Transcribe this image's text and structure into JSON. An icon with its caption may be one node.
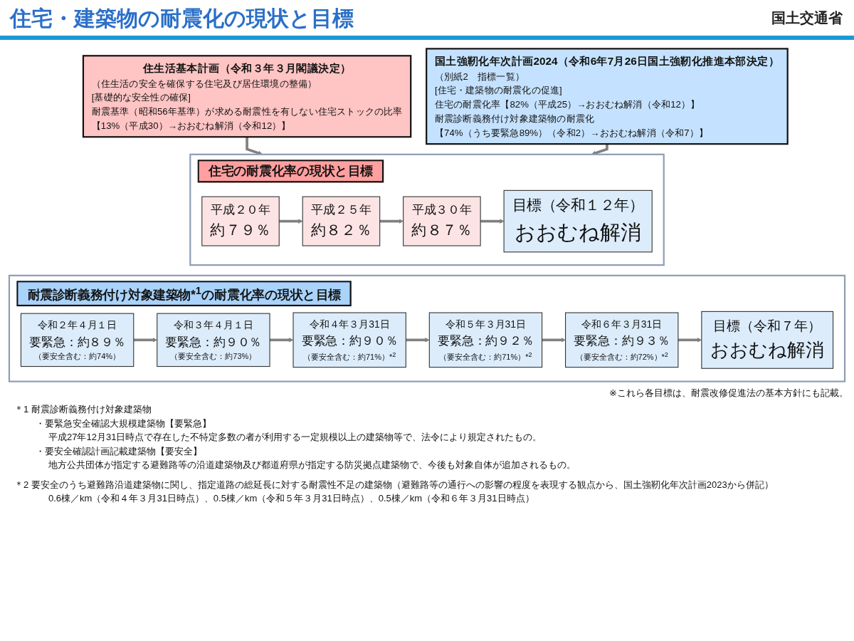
{
  "diagram": {
    "title": "住宅・建築物の耐震化の現状と目標",
    "nodes": [
      {
        "text": [
          "住生活基本計画（令和３年３月閣議決定）",
          "（住生活の安全を確保する住宅及び居住環境の整備）",
          "[基礎的な安全性の確保]",
          "耐震基準（昭和56年基準）が求める耐震性を有しない住宅ストックの比率",
          "【13%（平成30）→おおむね解消（令和12）】"
        ]
      },
      {
        "text": [
          "国土強靭化年次計画2024（令和6年7月26日国土強靭化推進本部決定）",
          "（別紙2　指標一覧）",
          "[住宅・建築物の耐震化の促進]",
          "住宅の耐震化率【82%（平成25）→おおむね解消（令和12）】",
          "耐震診断義務付け対象建築物の耐震化",
          "【74%（うち要緊急89%）（令和2）→おおむね解消（令和7）】"
        ]
      },
      {
        "text": [
          "住宅の耐震化率の現状と目標"
        ]
      },
      {
        "text": [
          "平成２０年",
          "約７９％"
        ],
        "in": 2
      },
      {
        "text": [
          "平成２５年",
          "約８２％"
        ],
        "in": 2
      },
      {
        "text": [
          "平成３０年",
          "約８７％"
        ],
        "in": 2
      },
      {
        "text": [
          "目標（令和１２年）",
          "おおむね解消"
        ],
        "in": 2
      },
      {
        "text": [
          "耐震診断義務付け対象建築物*$^{1}$の耐震化率の現状と目標"
        ]
      },
      {
        "text": [
          "令和２年４月１日",
          "要緊急：約８９％",
          "（要安全含む：約74%）"
        ],
        "in": 7
      },
      {
        "text": [
          "令和３年４月１日",
          "要緊急：約９０％",
          "（要安全含む：約73%）"
        ],
        "in": 7
      },
      {
        "text": [
          "令和４年３月31日",
          "要緊急：約９０％",
          "（要安全含む：約71%）*$^{2}$"
        ],
        "in": 7
      },
      {
        "text": [
          "令和５年３月31日",
          "要緊急：約９２％",
          "（要安全含む：約71%）*$^{2}$"
        ],
        "in": 7
      },
      {
        "text": [
          "令和６年３月31日",
          "要緊急：約９３％",
          "（要安全含む：約72%）*$^{2}$"
        ],
        "in": 7
      },
      {
        "text": [
          "目標（令和７年）",
          "おおむね解消"
        ],
        "in": 7
      }
    ],
    "edges": [
      {
        "from": 0,
        "to": 2,
        "arrow": "to"
      },
      {
        "from": 1,
        "to": 2,
        "arrow": "to"
      },
      {
        "from": 3,
        "to": 4,
        "arrow": "to"
      },
      {
        "from": 4,
        "to": 5,
        "arrow": "to"
      },
      {
        "from": 5,
        "to": 6,
        "arrow": "to"
      },
      {
        "from": 8,
        "to": 9,
        "arrow": "to"
      },
      {
        "from": 9,
        "to": 10,
        "arrow": "to"
      },
      {
        "from": 10,
        "to": 11,
        "arrow": "to"
      },
      {
        "from": 11,
        "to": 12,
        "arrow": "to"
      },
      {
        "from": 12,
        "to": 13,
        "arrow": "to"
      }
    ],
    "labels": [
      "国土交通省",
      "※これら各目標は、耐震改修促進法の基本方針にも記載。",
      "＊1 耐震診断義務付け対象建築物",
      "・要緊急安全確認大規模建築物【要緊急】",
      "平成27年12月31日時点で存在した不特定多数の者が利用する一定規模以上の建築物等で、法令により規定されたもの。",
      "・要安全確認計画記載建築物【要安全】",
      "地方公共団体が指定する避難路等の沿道建築物及び都道府県が指定する防災拠点建築物で、今後も対象自体が追加されるもの。",
      "＊2 要安全のうち避難路沿道建築物に関し、指定道路の総延長に対する耐震性不足の建築物（避難路等の通行への影響の程度を表現する観点から、国土強靭化年次計画2023から併記）",
      "0.6棟／km（令和４年３月31日時点）、0.5棟／km（令和５年３月31日時点）、0.5棟／km（令和６年３月31日時点）"
    ]
  }
}
